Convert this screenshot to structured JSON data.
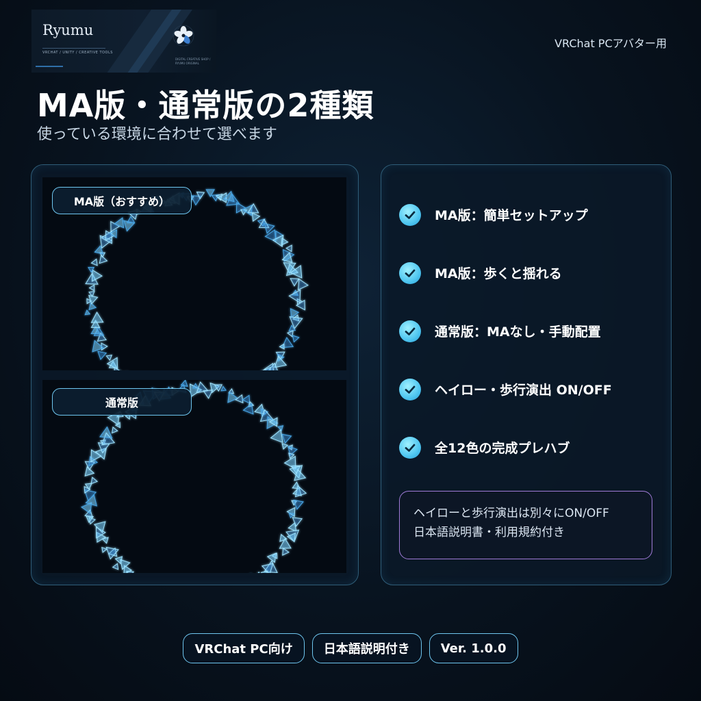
{
  "brand": {
    "name": "Ryumu",
    "tagline": "VRCHAT / UNITY / CREATIVE TOOLS",
    "flower_tag": "DIGITAL CREATIVE SHOP / RYUMU ORIGINAL"
  },
  "platform_label": "VRChat PCアバター用",
  "headline": "MA版・通常版の2種類",
  "subheadline": "使っている環境に合わせて選べます",
  "previews": [
    {
      "label": "MA版（おすすめ）"
    },
    {
      "label": "通常版"
    }
  ],
  "features": [
    "MA版：簡単セットアップ",
    "MA版：歩くと揺れる",
    "通常版：MAなし・手動配置",
    "ヘイロー・歩行演出 ON/OFF",
    "全12色の完成プレハブ"
  ],
  "note": {
    "line1": "ヘイローと歩行演出は別々にON/OFF",
    "line2": "日本語説明書・利用規約付き"
  },
  "badges": [
    "VRChat PC向け",
    "日本語説明付き",
    "Ver. 1.0.0"
  ],
  "colors": {
    "accent_cyan": "#6fc7f0",
    "accent_purple": "#a07bd8",
    "check_fill": "#4fc6f0",
    "background": "#08131f"
  },
  "icons": {
    "feature_check": "check-circle-icon",
    "logo_mark": "flower-logo-icon"
  }
}
